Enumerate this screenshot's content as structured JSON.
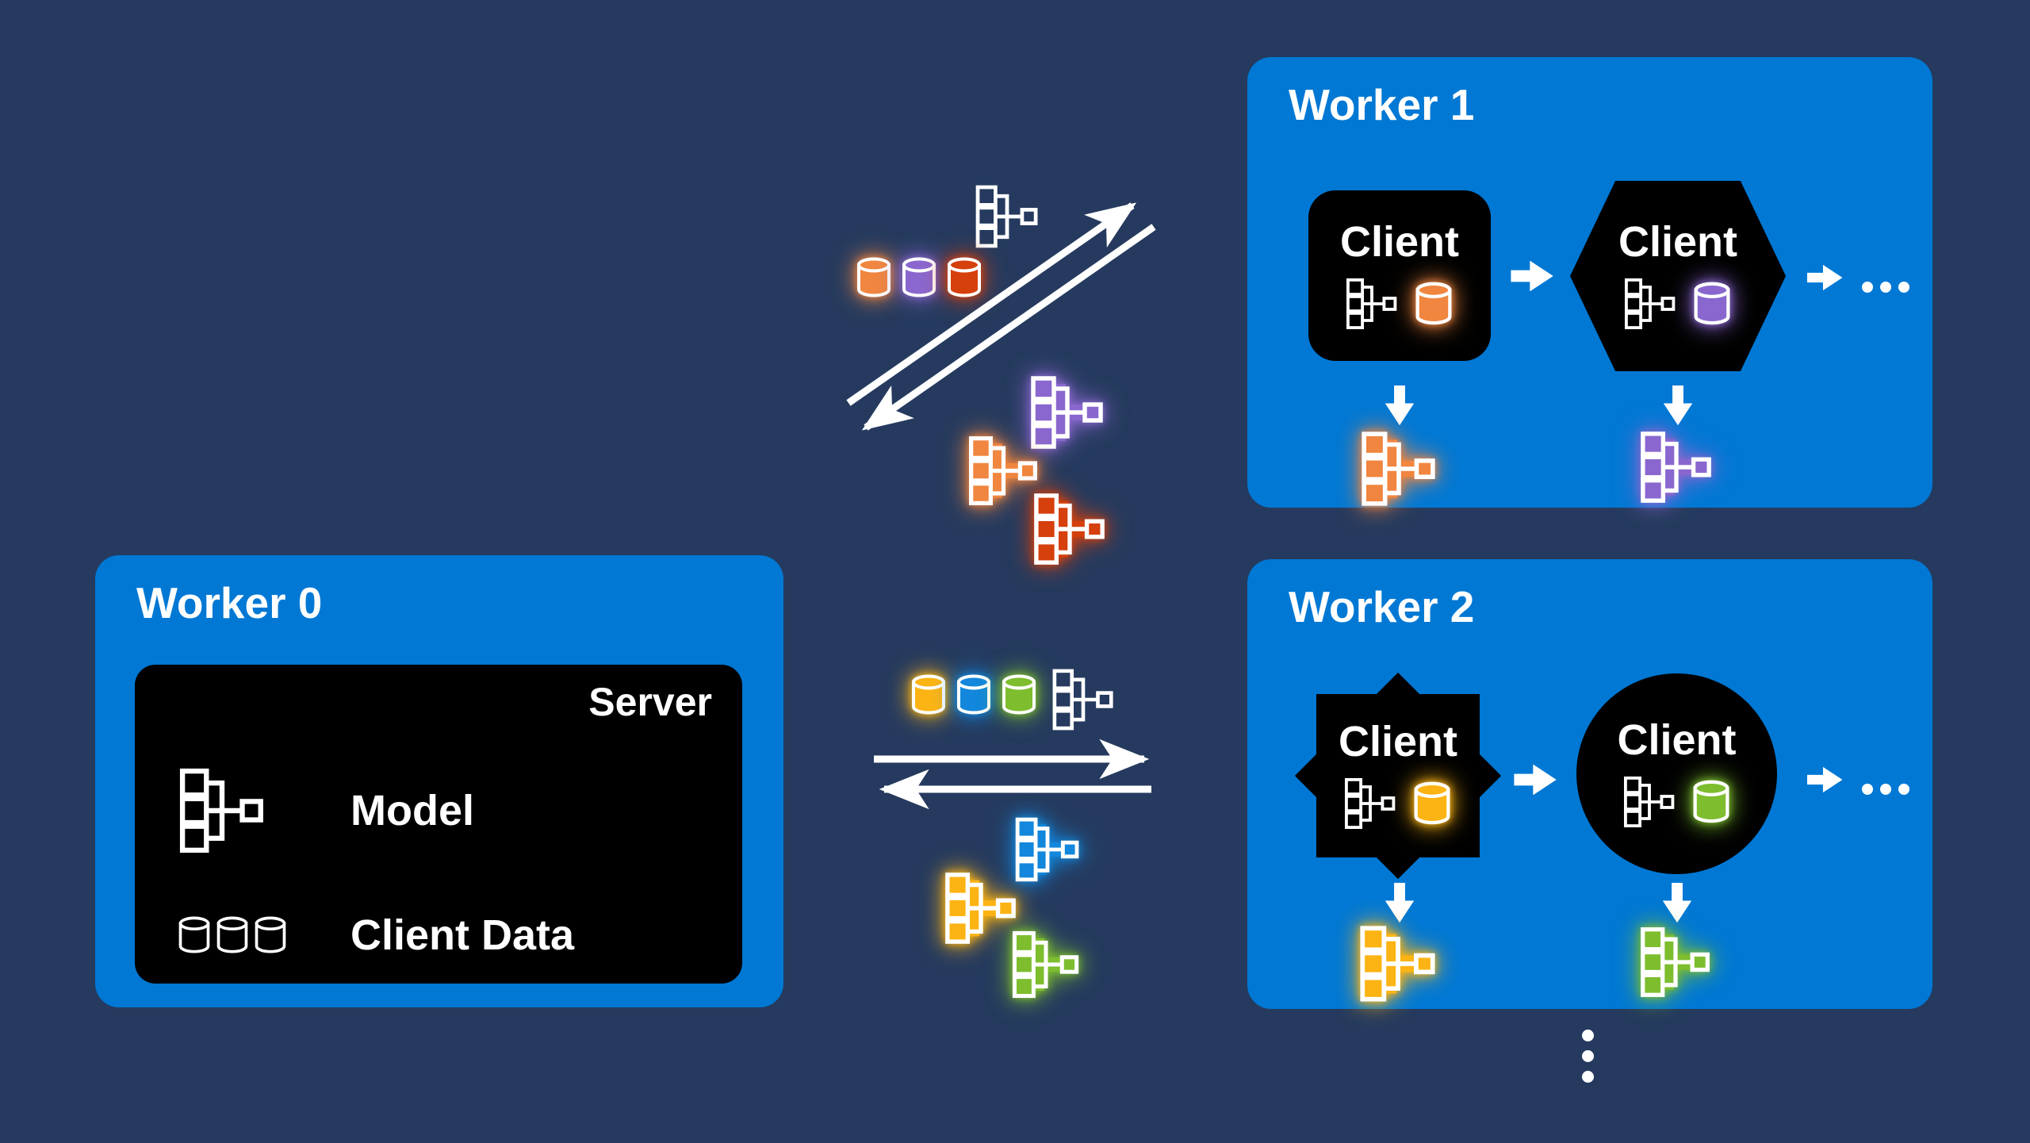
{
  "palette": {
    "background": "#253A5E",
    "worker_blue": "#0078D4",
    "node_black": "#000000",
    "white": "#FFFFFF",
    "orange": "#F0863F",
    "purple": "#8A67CE",
    "red": "#D5400C",
    "yellow": "#FCB414",
    "blue": "#1287DC",
    "green": "#7DBD2E"
  },
  "worker0": {
    "title": "Worker 0",
    "server_label": "Server",
    "model_label": "Model",
    "client_data_label": "Client Data"
  },
  "worker1": {
    "title": "Worker 1",
    "client1": {
      "label": "Client",
      "shape": "rounded-square",
      "data_cylinder_color": "orange",
      "output_tree_color": "orange"
    },
    "client2": {
      "label": "Client",
      "shape": "hexagon",
      "data_cylinder_color": "purple",
      "output_tree_color": "purple"
    },
    "more_label": "..."
  },
  "worker2": {
    "title": "Worker 2",
    "client1": {
      "label": "Client",
      "shape": "starburst",
      "data_cylinder_color": "yellow",
      "output_tree_color": "yellow"
    },
    "client2": {
      "label": "Client",
      "shape": "circle",
      "data_cylinder_color": "green",
      "output_tree_color": "green"
    },
    "more_label": "..."
  },
  "exchange_worker1": {
    "sent_cylinder_colors": [
      "orange",
      "purple",
      "red"
    ],
    "sent_model_tree": "white",
    "returned_tree_colors": [
      "purple",
      "orange",
      "red"
    ]
  },
  "exchange_worker2": {
    "sent_cylinder_colors": [
      "yellow",
      "blue",
      "green"
    ],
    "sent_model_tree": "white",
    "returned_tree_colors": [
      "blue",
      "yellow",
      "green"
    ]
  },
  "more_workers_indicator": "⋮"
}
